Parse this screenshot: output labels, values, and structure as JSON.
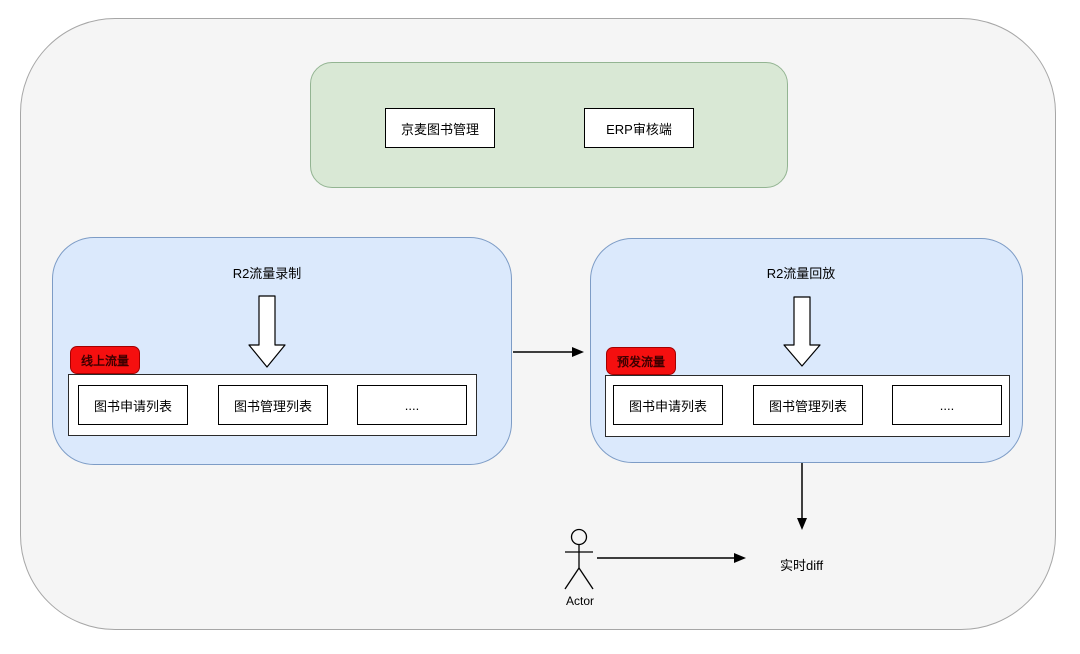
{
  "diagram": {
    "top_panel": {
      "nodes": [
        {
          "label": "京麦图书管理"
        },
        {
          "label": "ERP审核端"
        }
      ]
    },
    "record_panel": {
      "title": "R2流量录制",
      "badge": "线上流量",
      "items": [
        {
          "label": "图书申请列表"
        },
        {
          "label": "图书管理列表"
        },
        {
          "label": "...."
        }
      ]
    },
    "replay_panel": {
      "title": "R2流量回放",
      "badge": "预发流量",
      "items": [
        {
          "label": "图书申请列表"
        },
        {
          "label": "图书管理列表"
        },
        {
          "label": "...."
        }
      ]
    },
    "actor": {
      "label": "Actor"
    },
    "diff": {
      "label": "实时diff"
    },
    "colors": {
      "outer_fill": "#f5f5f5",
      "outer_border": "#a6a6a6",
      "green_fill": "#d9e8d5",
      "green_border": "#93b492",
      "blue_fill": "#dbe9fc",
      "blue_border": "#7d9cc6",
      "badge_fill": "#f50f0f",
      "badge_border": "#a40000",
      "node_border": "#000000",
      "arrow_color": "#000000"
    }
  }
}
